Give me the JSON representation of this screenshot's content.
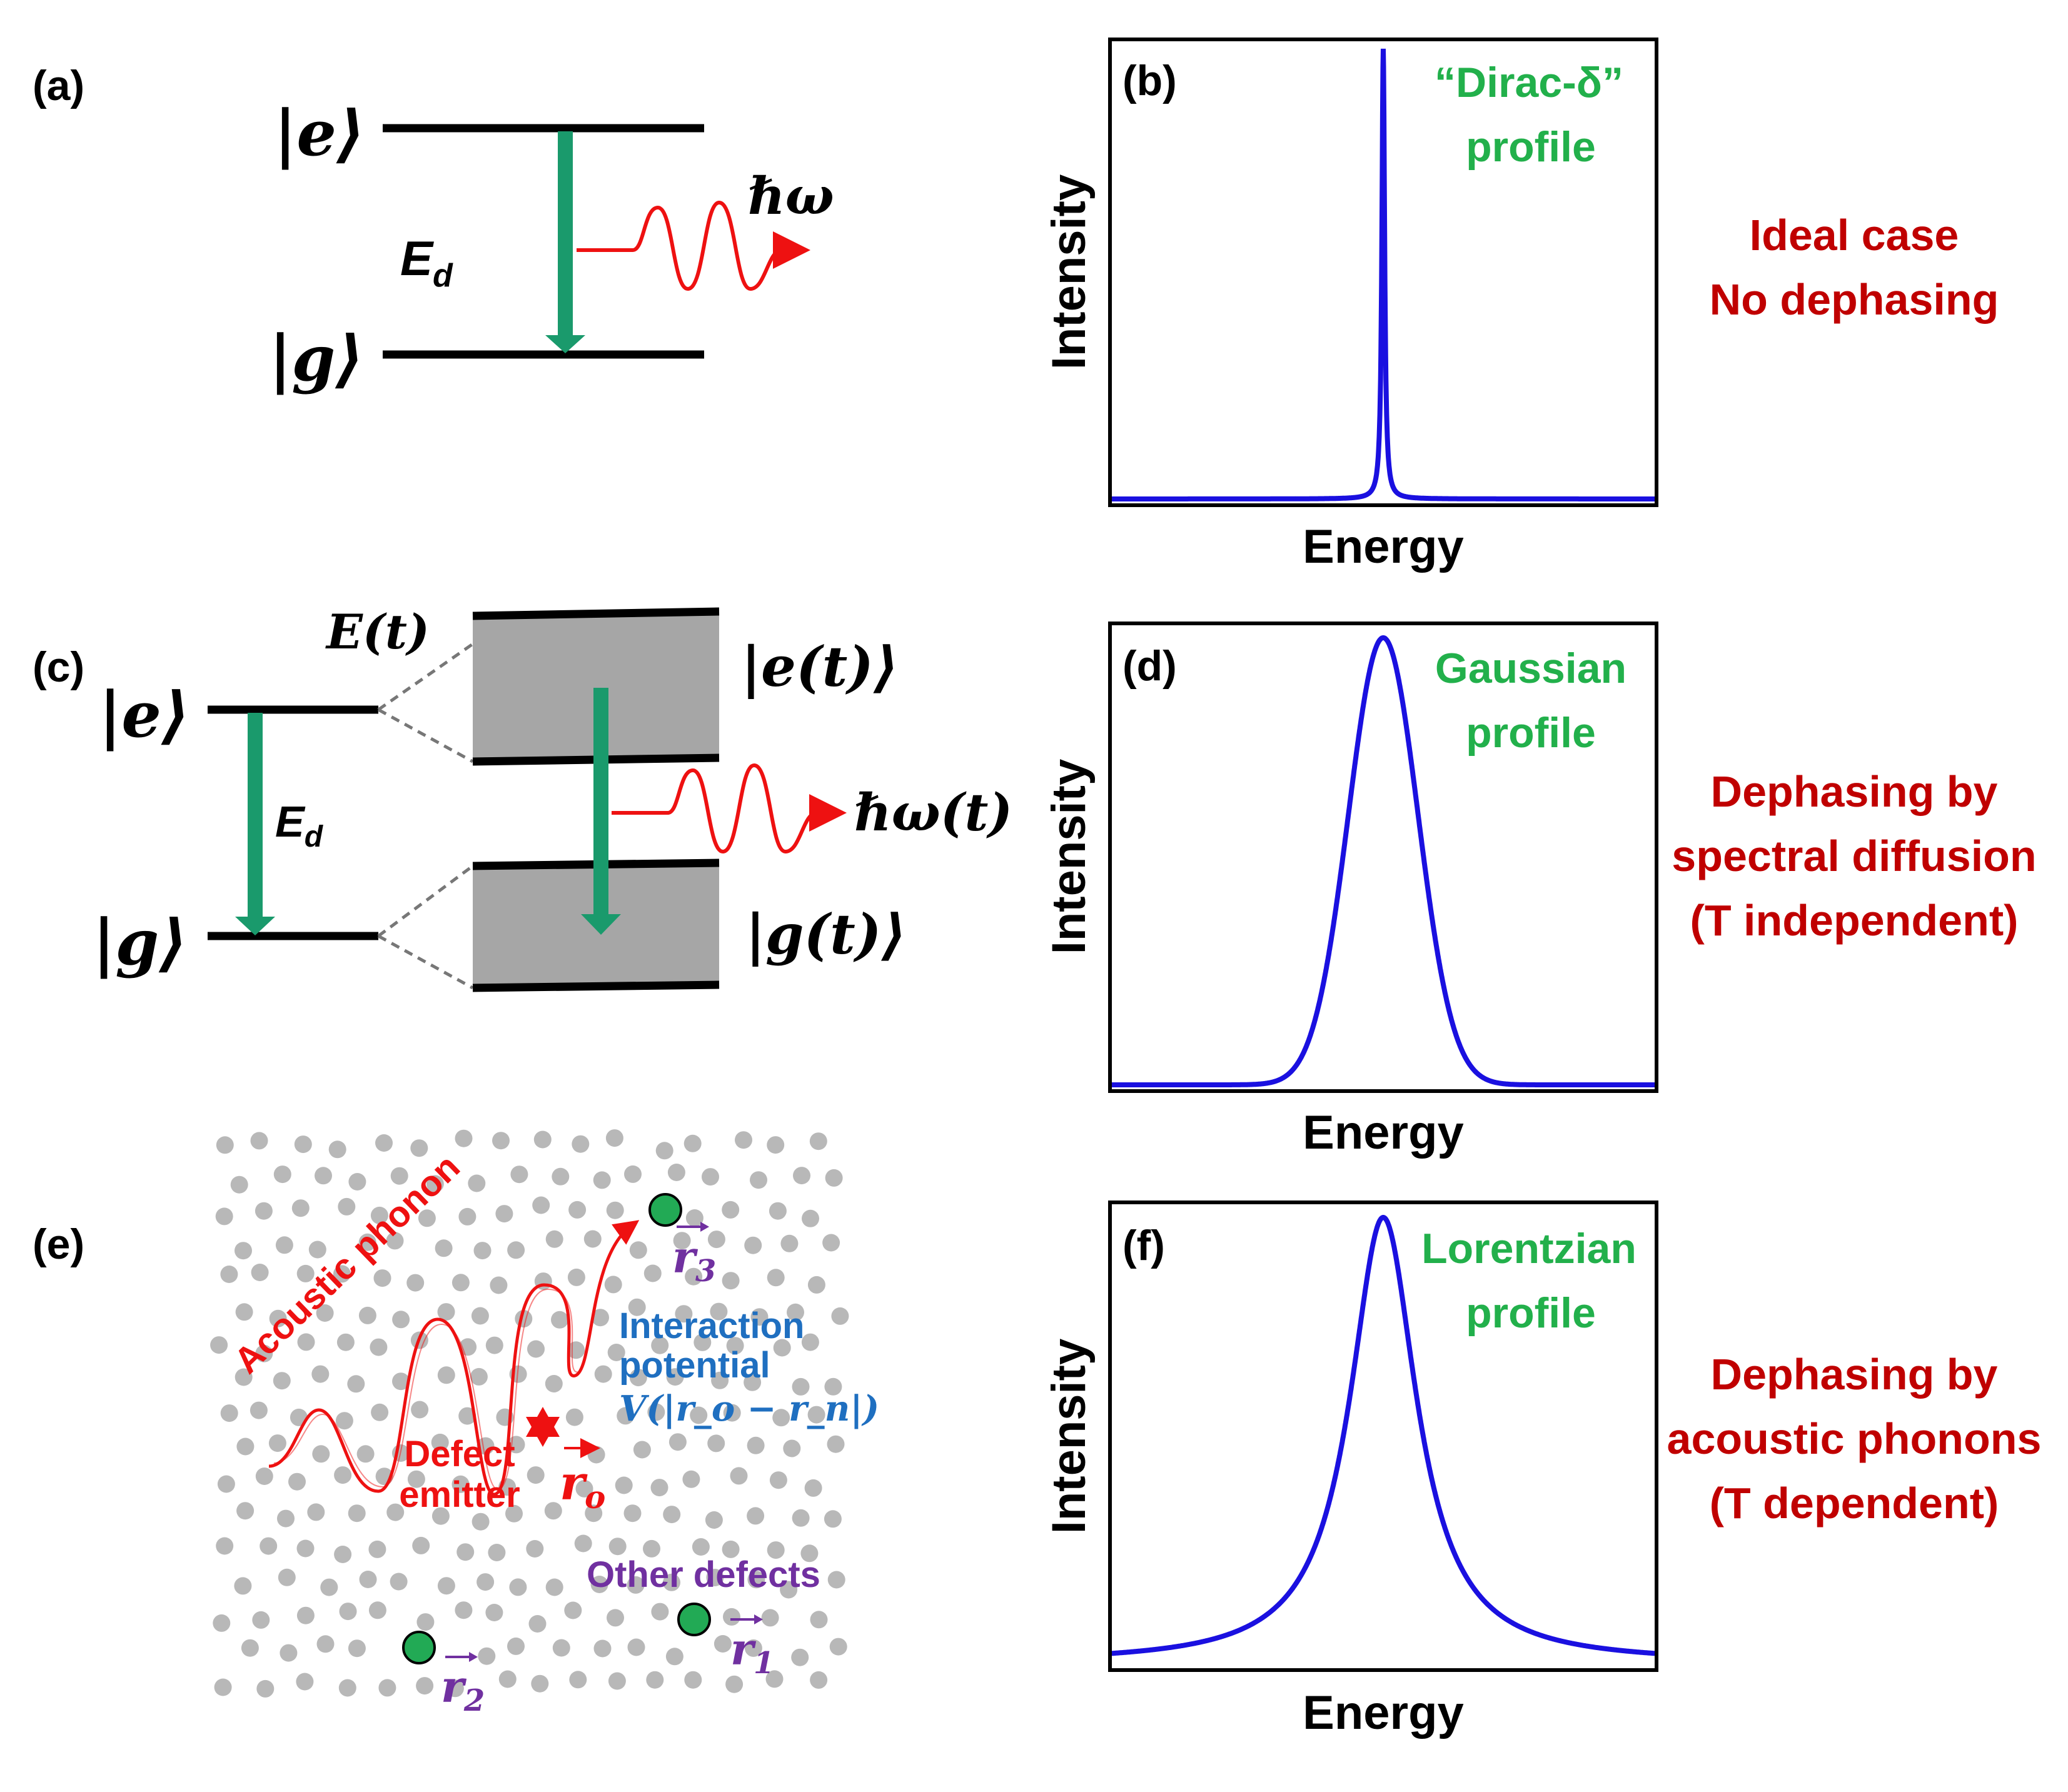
{
  "colors": {
    "level": "#000000",
    "transition_arrow": "#1a9a6c",
    "photon": "#ee1111",
    "spectrum_line": "#1a10e0",
    "profile_label": "#22b04b",
    "mechanism_label": "#c00000",
    "lattice_dot": "#b8b8b8",
    "defect_green": "#22aa55",
    "vector_label": "#7030a0",
    "potential_label": "#1f6fc0",
    "band_fill": "#a6a6a6"
  },
  "panels": {
    "a": {
      "label": "(a)",
      "excited_state": "|e⟩",
      "ground_state": "|g⟩",
      "energy_gap": "E",
      "energy_gap_sub": "d",
      "photon": "ℏω"
    },
    "b": {
      "label": "(b)",
      "profile_line1": "“Dirac-δ”",
      "profile_line2": "profile",
      "xlabel": "Energy",
      "ylabel": "Intensity",
      "mechanism_line1": "Ideal case",
      "mechanism_line2": "No dephasing"
    },
    "c": {
      "label": "(c)",
      "excited_state": "|e⟩",
      "ground_state": "|g⟩",
      "energy_gap": "E",
      "energy_gap_sub": "d",
      "band_energy": "E(t)",
      "excited_band": "|e(t)⟩",
      "ground_band": "|g(t)⟩",
      "photon": "ℏω(t)"
    },
    "d": {
      "label": "(d)",
      "profile_line1": "Gaussian",
      "profile_line2": "profile",
      "xlabel": "Energy",
      "ylabel": "Intensity",
      "mechanism_line1": "Dephasing by",
      "mechanism_line2": "spectral diffusion",
      "mechanism_line3": "(T independent)"
    },
    "e": {
      "label": "(e)",
      "phonon_label": "Acoustic phonon",
      "defect_label_line1": "Defect",
      "defect_label_line2": "emitter",
      "r_origin": "r",
      "r_origin_sub": "o",
      "interaction_line1": "Interaction",
      "interaction_line2": "potential",
      "interaction_formula": "V(|r_o − r_n|)",
      "other_defects": "Other defects",
      "r1": "r",
      "r1_sub": "1",
      "r2": "r",
      "r2_sub": "2",
      "r3": "r",
      "r3_sub": "3"
    },
    "f": {
      "label": "(f)",
      "profile_line1": "Lorentzian",
      "profile_line2": "profile",
      "xlabel": "Energy",
      "ylabel": "Intensity",
      "mechanism_line1": "Dephasing by",
      "mechanism_line2": "acoustic phonons",
      "mechanism_line3": "(T dependent)"
    }
  },
  "chart_data": [
    {
      "type": "line",
      "panel": "b",
      "profile": "delta",
      "xlabel": "Energy",
      "ylabel": "Intensity",
      "center": 0.5,
      "width": 0.003,
      "baseline": 0.0,
      "peak": 1.0
    },
    {
      "type": "line",
      "panel": "d",
      "profile": "gaussian",
      "xlabel": "Energy",
      "ylabel": "Intensity",
      "center": 0.5,
      "sigma": 0.064,
      "baseline": 0.0,
      "peak": 1.0
    },
    {
      "type": "line",
      "panel": "f",
      "profile": "lorentzian",
      "xlabel": "Energy",
      "ylabel": "Intensity",
      "center": 0.5,
      "hwhm": 0.075,
      "baseline": 0.0,
      "peak": 1.0
    }
  ]
}
